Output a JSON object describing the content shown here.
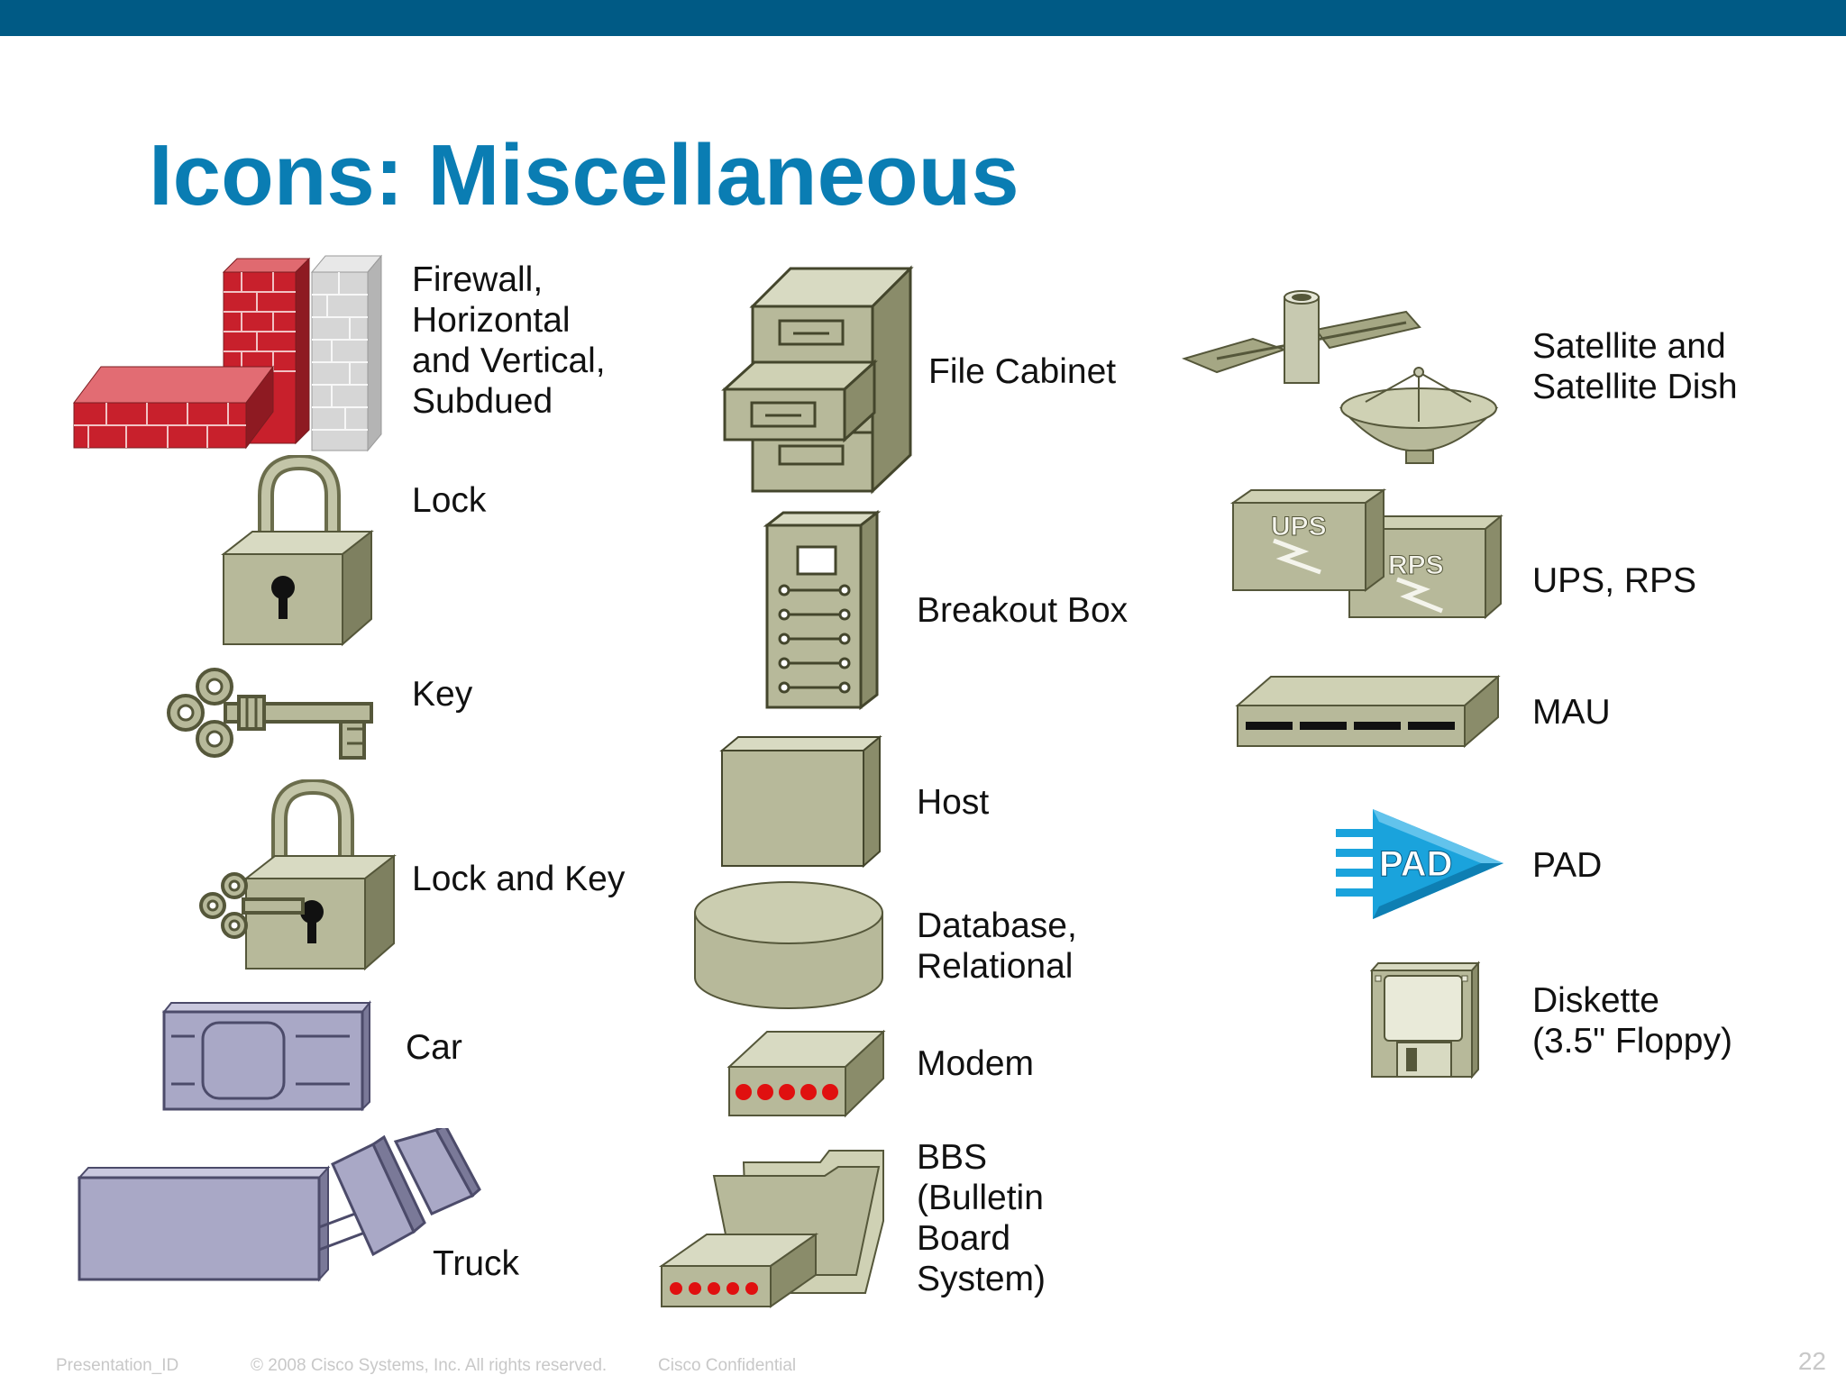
{
  "slide": {
    "title": "Icons: Miscellaneous",
    "page_number": "22"
  },
  "icons": {
    "firewall": {
      "lines": [
        "Firewall,",
        "Horizontal",
        "and Vertical,",
        "Subdued"
      ]
    },
    "lock": {
      "label": "Lock"
    },
    "key": {
      "label": "Key"
    },
    "lock_and_key": {
      "label": "Lock and Key"
    },
    "car": {
      "label": "Car"
    },
    "truck": {
      "label": "Truck"
    },
    "file_cabinet": {
      "label": "File Cabinet"
    },
    "breakout_box": {
      "label": "Breakout Box"
    },
    "host": {
      "label": "Host"
    },
    "database": {
      "lines": [
        "Database,",
        "Relational"
      ]
    },
    "modem": {
      "label": "Modem"
    },
    "bbs": {
      "lines": [
        "BBS",
        "(Bulletin",
        "Board",
        "System)"
      ]
    },
    "satellite": {
      "lines": [
        "Satellite and",
        "Satellite Dish"
      ]
    },
    "ups_rps": {
      "label": "UPS, RPS",
      "ups_text": "UPS",
      "rps_text": "RPS"
    },
    "mau": {
      "label": "MAU"
    },
    "pad": {
      "label": "PAD",
      "icon_text": "PAD"
    },
    "diskette": {
      "lines": [
        "Diskette",
        "(3.5\" Floppy)"
      ]
    }
  },
  "footer": {
    "presentation_id": "Presentation_ID",
    "copyright": "© 2008 Cisco Systems, Inc. All rights reserved.",
    "confidential": "Cisco Confidential"
  },
  "colors": {
    "top_bar": "#005a85",
    "title": "#0a7db3",
    "icon_khaki": "#b7b99a",
    "icon_khaki_dark": "#8f916f",
    "vehicle_purple": "#a9a8c6",
    "firewall_red": "#c8202c",
    "pad_blue": "#1aa3dc"
  }
}
